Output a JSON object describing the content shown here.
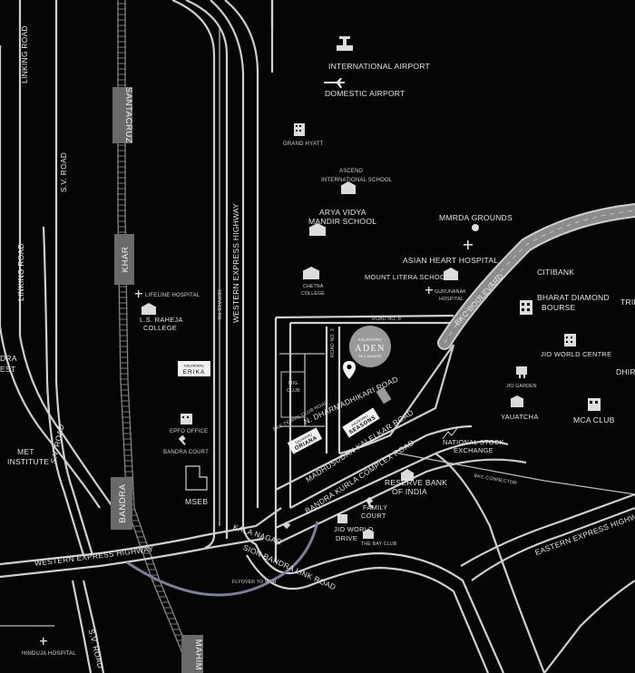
{
  "stations": [
    {
      "id": "santacruz",
      "label": "SANTACRUZ"
    },
    {
      "id": "khar",
      "label": "KHAR"
    },
    {
      "id": "bandra",
      "label": "BANDRA"
    },
    {
      "id": "mahim",
      "label": "MAHIM"
    }
  ],
  "roads": {
    "linking_road_top": "LINKING ROAD",
    "linking_road_mid": "LINKING ROAD",
    "sv_road_top": "S.V. ROAD",
    "sv_road_mid": "S.V. ROAD",
    "sv_road_bottom": "S.V. ROAD",
    "western_express_vertical": "WESTERN EXPRESS HIGHWAY",
    "western_express_bottom": "WESTERN EXPRESS HIGHWAY",
    "eastern_express": "EASTERN EXPRESS HIGHWAY",
    "service_rd": "SERVICE RD",
    "bkc_boulevard": "BKC BOULEVARD",
    "road_no_8": "ROAD NO. 8",
    "road_no_2": "ROAD NO. 2",
    "n_dharmadhikari": "N. DHARMADHIKARI ROAD",
    "madhusudan": "MADHUSUDAN KALELKAR ROAD",
    "bandra_kurla": "BANDRA KURLA COMPLEX ROAD",
    "bkc_connector": "BKC CONNECTOR",
    "sion_bandra": "SION BANDRA LINK ROAD",
    "kala_nagar": "KALA NAGAR",
    "flyover": "FLYOVER TO WEH",
    "bkc_tennis": "BKC TENNIS CLUB ROAD"
  },
  "places": {
    "intl_airport": "INTERNATIONAL AIRPORT",
    "dom_airport": "DOMESTIC AIRPORT",
    "grand_hyatt": "GRAND HYATT",
    "ascend_1": "ASCEND",
    "ascend_2": "INTERNATIONAL SCHOOL",
    "arya_1": "ARYA VIDYA",
    "arya_2": "MANDIR SCHOOL",
    "mmrda": "MMRDA GROUNDS",
    "asian_heart": "ASIAN HEART HOSPITAL",
    "mount_litera": "MOUNT LITERA SCHOOL",
    "gurunanak_1": "GURUNANAK",
    "gurunanak_2": "HOSPITAL",
    "chetna_1": "CHETNA",
    "chetna_2": "COLLEGE",
    "citibank": "CITIBANK",
    "bharat_1": "BHARAT DIAMOND",
    "bharat_2": "BOURSE",
    "jio_world_centre": "JIO WORLD CENTRE",
    "jio_garden": "JIO GARDEN",
    "yauatcha": "YAUATCHA",
    "mca_club": "MCA CLUB",
    "national_stock_1": "NATIONAL STOCK",
    "national_stock_2": "EXCHANGE",
    "rbi_1": "RESERVE BANK",
    "rbi_2": "OF INDIA",
    "family_court_1": "FAMILY",
    "family_court_2": "COURT",
    "jio_world_drive_1": "JIO WORLD",
    "jio_world_drive_2": "DRIVE",
    "bay_club": "THE BAY CLUB",
    "lifeline": "LIFELINE HOSPITAL",
    "raheja_1": "L.S. RAHEJA",
    "raheja_2": "COLLEGE",
    "epfo": "EPFO OFFICE",
    "bandra_court": "BANDRA COURT",
    "mseb": "MSEB",
    "mig_1": "MIG",
    "mig_2": "CLUB",
    "met_1": "MET",
    "met_2": "INSTITUTE",
    "hinduja": "HINDUJA HOSPITAL",
    "dra_1": "DRA",
    "dra_2": "EST",
    "trid": "TRID",
    "dhir": "DHIR"
  },
  "projects": {
    "aden_brand": "KALPATARU",
    "aden_name": "ADEN",
    "aden_sub": "BKC ANNEXE",
    "oriana_brand": "KALPATARU",
    "oriana_name": "ORIANA",
    "seasons_brand": "KALPATARU",
    "seasons_name": "SEASONS",
    "erika_brand": "KALPATARU",
    "erika_name": "ERIKA"
  },
  "colors": {
    "background": "#050505",
    "road": "#cfcfcf",
    "highway_fill": "#8c8c8c",
    "station": "#6a6a6a",
    "flyover": "#7a7f9a"
  }
}
